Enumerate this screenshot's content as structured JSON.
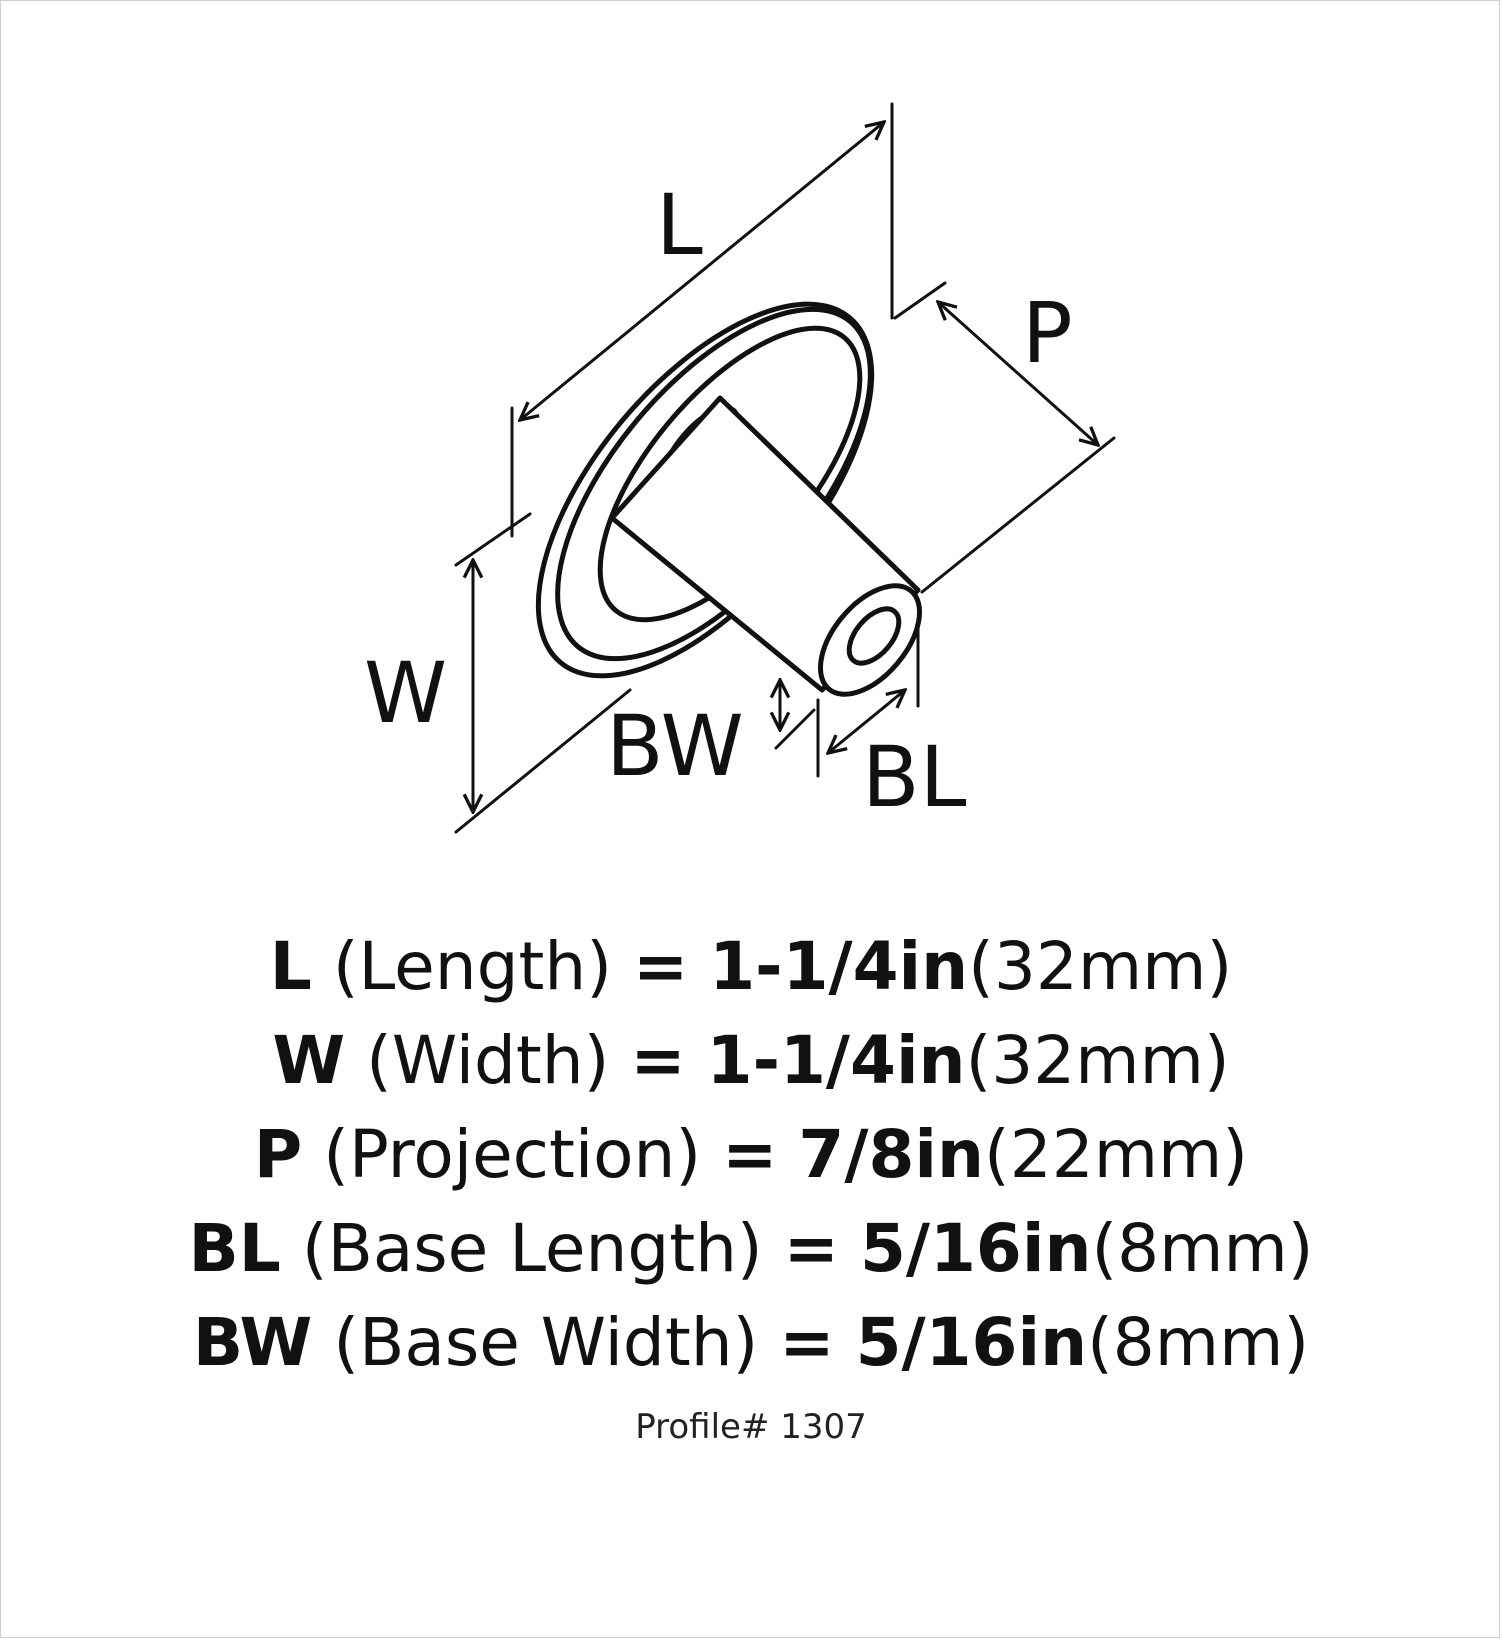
{
  "diagram_labels": {
    "length": "L",
    "projection": "P",
    "width": "W",
    "base_width": "BW",
    "base_length": "BL"
  },
  "specs": [
    {
      "abbr": "L",
      "name": "(Length)",
      "eq": "=",
      "imperial": "1-1/4in",
      "metric": "(32mm)"
    },
    {
      "abbr": "W",
      "name": "(Width)",
      "eq": "=",
      "imperial": "1-1/4in",
      "metric": "(32mm)"
    },
    {
      "abbr": "P",
      "name": "(Projection)",
      "eq": "=",
      "imperial": "7/8in",
      "metric": "(22mm)"
    },
    {
      "abbr": "BL",
      "name": "(Base Length)",
      "eq": "=",
      "imperial": "5/16in",
      "metric": "(8mm)"
    },
    {
      "abbr": "BW",
      "name": "(Base Width)",
      "eq": "=",
      "imperial": "5/16in",
      "metric": "(8mm)"
    }
  ],
  "profile": "Profile# 1307",
  "colors": {
    "ink": "#111111",
    "background": "#ffffff",
    "frame": "#cfcfcf"
  }
}
